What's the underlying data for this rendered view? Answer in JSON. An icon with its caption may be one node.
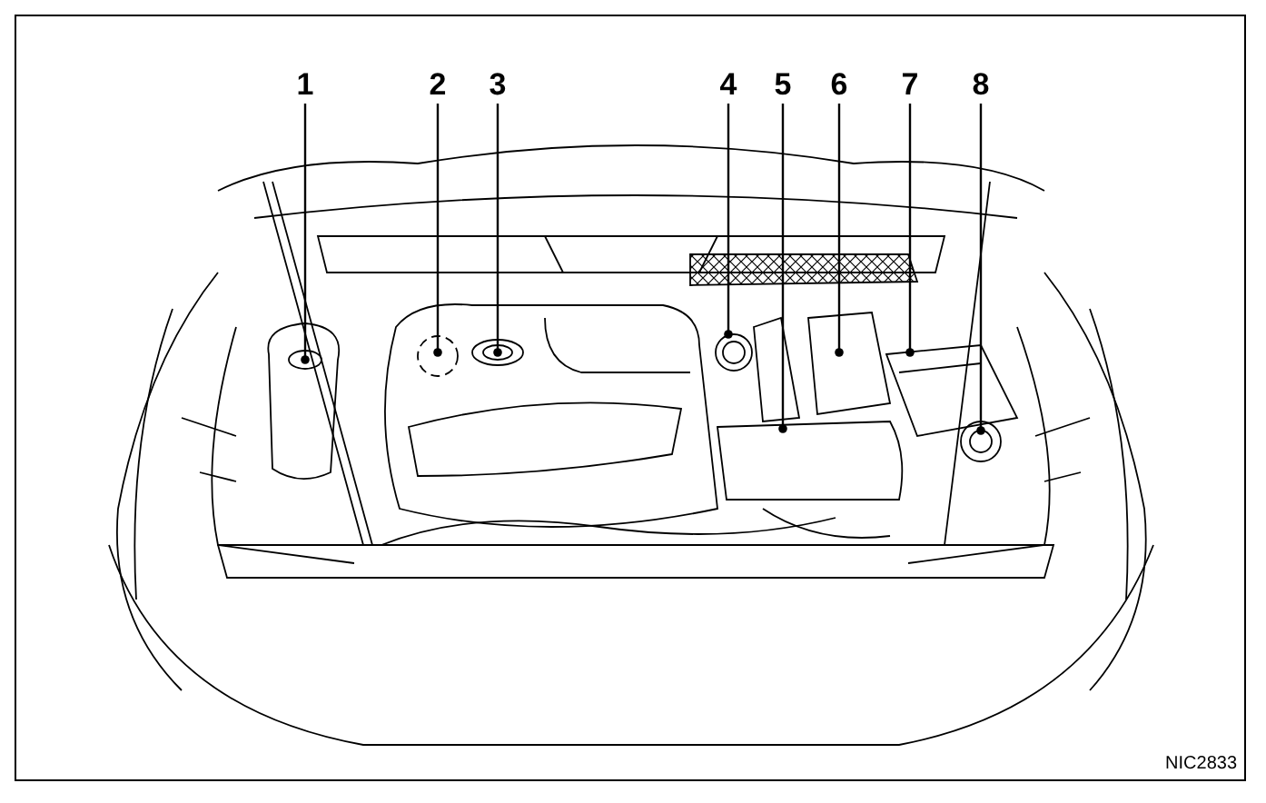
{
  "diagram": {
    "nodes": [
      {
        "text": [
          "1"
        ]
      },
      {
        "text": [
          "2"
        ]
      },
      {
        "text": [
          "3"
        ]
      },
      {
        "text": [
          "4"
        ]
      },
      {
        "text": [
          "5"
        ]
      },
      {
        "text": [
          "6"
        ]
      },
      {
        "text": [
          "7"
        ]
      },
      {
        "text": [
          "8"
        ]
      }
    ],
    "edges": [
      {
        "from": 0,
        "to": null,
        "arrow": "other"
      },
      {
        "from": 1,
        "to": null,
        "arrow": "other"
      },
      {
        "from": 2,
        "to": null,
        "arrow": "other"
      },
      {
        "from": 3,
        "to": null,
        "arrow": "other"
      },
      {
        "from": 4,
        "to": null,
        "arrow": "other"
      },
      {
        "from": 5,
        "to": null,
        "arrow": "other"
      },
      {
        "from": 6,
        "to": null,
        "arrow": "other"
      },
      {
        "from": 7,
        "to": null,
        "arrow": "other"
      }
    ],
    "labels": [
      "NIC2833"
    ]
  }
}
